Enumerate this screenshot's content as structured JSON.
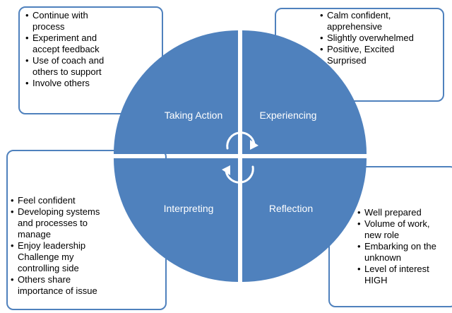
{
  "colors": {
    "circle_fill": "#4f81bd",
    "circle_border": "#ffffff",
    "box_border": "#4f81bd",
    "arrow": "#ffffff"
  },
  "quadrants": {
    "taking_action": "Taking Action",
    "experiencing": "Experiencing",
    "interpreting": "Interpreting",
    "reflection": "Reflection"
  },
  "center_icon": "circular-arrows-icon",
  "boxes": {
    "taking_action": {
      "items": [
        [
          "Continue with",
          "process"
        ],
        [
          "Experiment and",
          "accept feedback"
        ],
        [
          "Use of coach and",
          "others to support"
        ],
        [
          "Involve others"
        ]
      ]
    },
    "experiencing": {
      "items": [
        [
          "Calm confident,",
          "apprehensive"
        ],
        [
          "Slightly overwhelmed"
        ],
        [
          "Positive, Excited",
          "Surprised"
        ]
      ]
    },
    "interpreting": {
      "items": [
        [
          "Feel confident"
        ],
        [
          "Developing systems",
          "and processes to",
          "manage"
        ],
        [
          "Enjoy leadership",
          "Challenge my",
          "controlling side"
        ],
        [
          "Others share",
          "importance of issue"
        ]
      ]
    },
    "reflection": {
      "items": [
        [
          "Well prepared"
        ],
        [
          "Volume of work,",
          "new role"
        ],
        [
          "Embarking on the",
          "unknown"
        ],
        [
          "Level of interest",
          "HIGH"
        ]
      ]
    }
  }
}
